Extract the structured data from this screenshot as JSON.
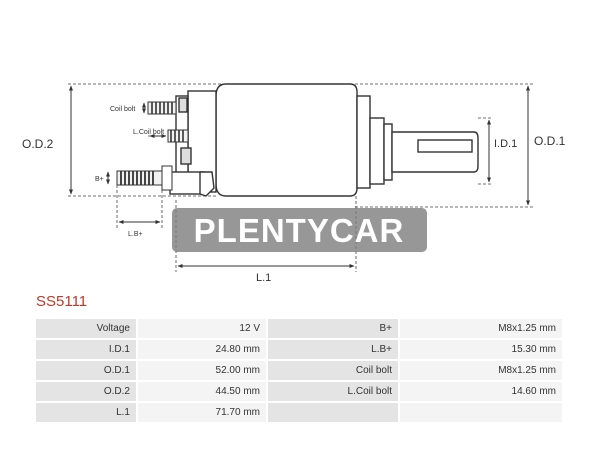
{
  "diagram": {
    "labels": {
      "od2": "O.D.2",
      "od1": "O.D.1",
      "id1": "I.D.1",
      "coil_bolt": "Coil bolt",
      "lcoil_bolt": "L.Coil bolt",
      "b_plus": "B+",
      "lb_plus": "L.B+",
      "l1": "L.1"
    },
    "watermark": "PLENTYCAR"
  },
  "part_code": "SS5111",
  "specs": [
    {
      "label": "Voltage",
      "value": "12 V",
      "label2": "B+",
      "value2": "M8x1.25 mm"
    },
    {
      "label": "I.D.1",
      "value": "24.80 mm",
      "label2": "L.B+",
      "value2": "15.30 mm"
    },
    {
      "label": "O.D.1",
      "value": "52.00 mm",
      "label2": "Coil bolt",
      "value2": "M8x1.25 mm"
    },
    {
      "label": "O.D.2",
      "value": "44.50 mm",
      "label2": "L.Coil bolt",
      "value2": "14.60 mm"
    },
    {
      "label": "L.1",
      "value": "71.70 mm",
      "label2": "",
      "value2": ""
    }
  ]
}
